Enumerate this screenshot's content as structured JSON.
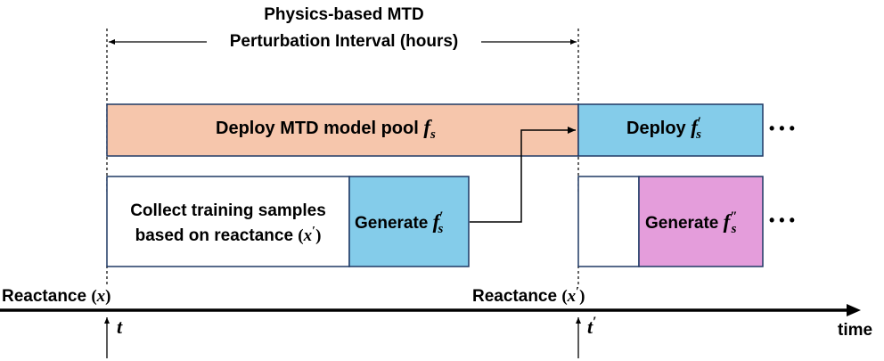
{
  "title": {
    "line1": "Physics-based MTD",
    "line2": "Perturbation Interval (hours)"
  },
  "deploy_pool": {
    "text": "Deploy MTD model pool",
    "symbol": "f",
    "sub": "s",
    "color": "#F6C6AC"
  },
  "deploy_next": {
    "text": "Deploy",
    "symbol": "f",
    "prime": "′",
    "sub": "s",
    "color": "#84CCEA"
  },
  "collect": {
    "line1": "Collect training samples",
    "line2": "based on reactance",
    "var": "x",
    "prime": "′"
  },
  "generate1": {
    "text": "Generate",
    "symbol": "f",
    "prime": "′",
    "sub": "s",
    "color": "#84CCEA"
  },
  "generate2": {
    "text": "Generate",
    "symbol": "f",
    "prime": "″",
    "sub": "s",
    "color": "#E49DDB"
  },
  "ellipsis": "• • •",
  "timeline": {
    "reactance1_label": "Reactance",
    "reactance1_var": "x",
    "reactance2_label": "Reactance",
    "reactance2_var": "x",
    "reactance2_prime": "′",
    "t1": "t",
    "t2": "t",
    "t2_prime": "′",
    "axis_label": "time"
  }
}
